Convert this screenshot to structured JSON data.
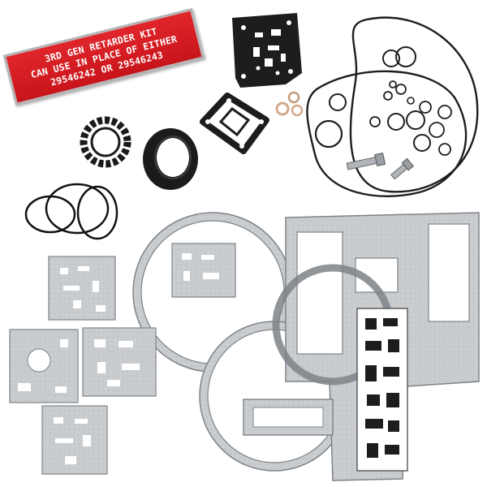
{
  "label": {
    "line1": "3RD GEN RETARDER KIT",
    "line2": "CAN USE IN PLACE OF EITHER",
    "line3": "29546242 OR 29546243"
  },
  "colors": {
    "label_bg": "#d41c22",
    "gasket_fill": "#c9cccf",
    "gasket_stroke": "#7e8388",
    "black_part": "#1d1d1d",
    "oring": "#222222"
  }
}
